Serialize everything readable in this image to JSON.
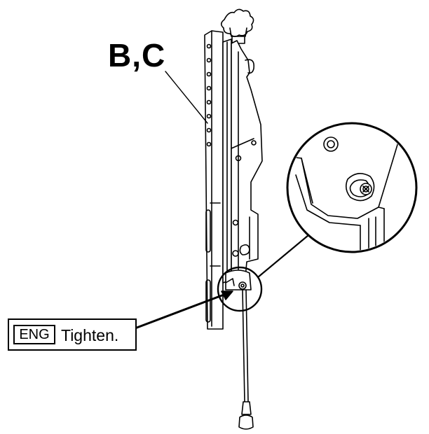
{
  "part_label": "B,C",
  "callout": {
    "language_code": "ENG",
    "instruction": "Tighten."
  }
}
